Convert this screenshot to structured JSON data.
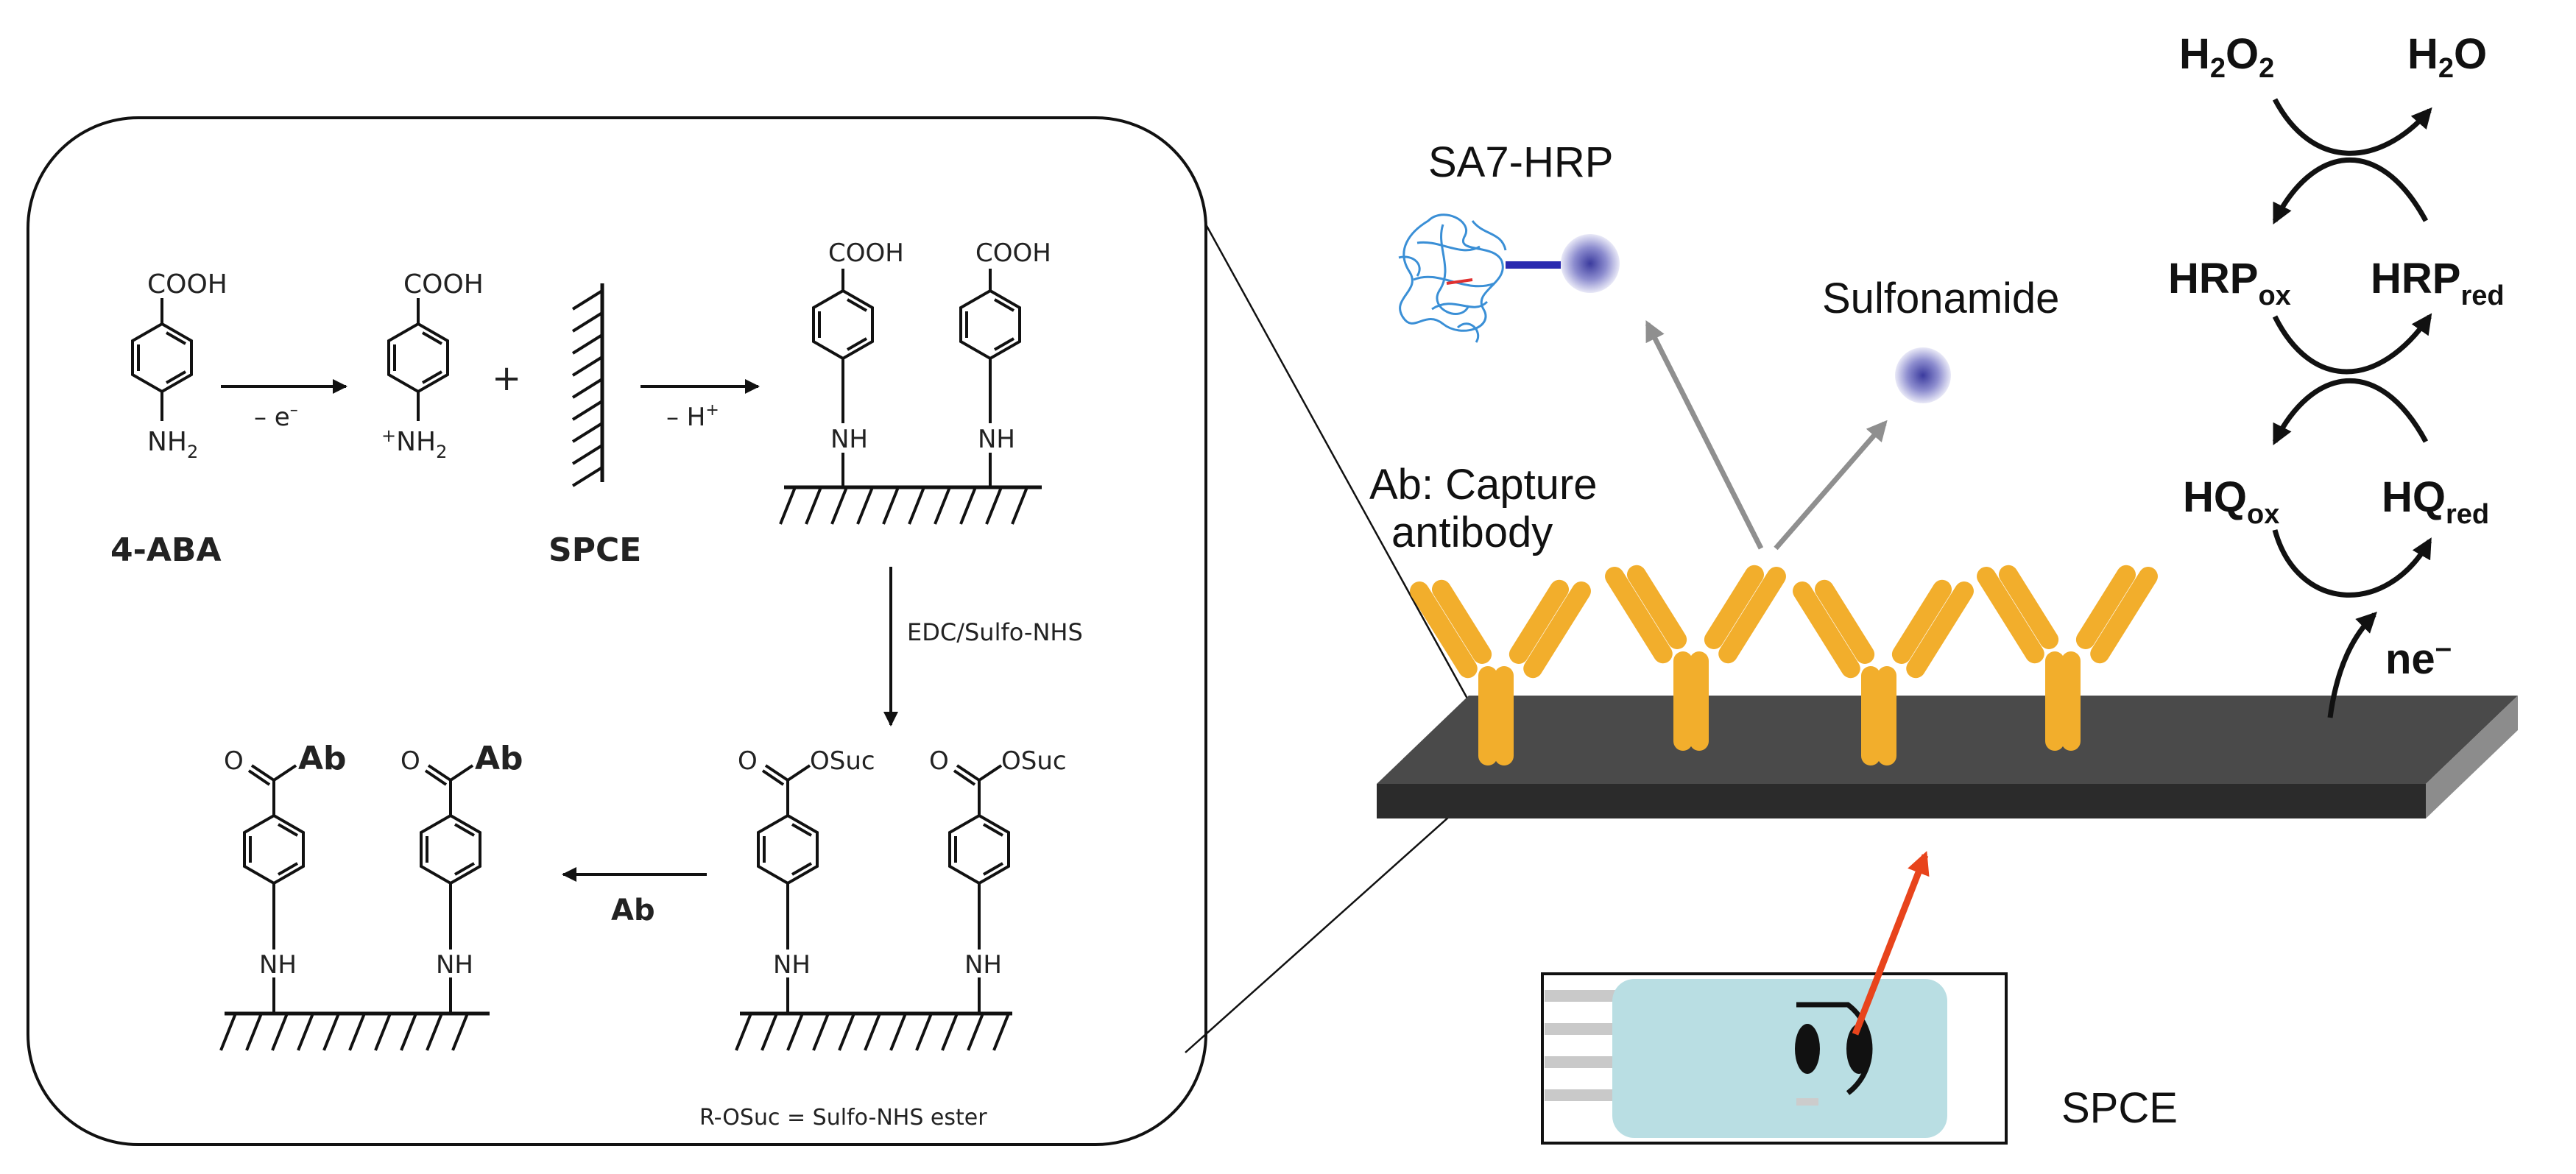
{
  "inset": {
    "abbreviation_note": "R-OSuc = Sulfo-NHS ester",
    "reagent_4aba": {
      "group": "COOH",
      "amine": "NH",
      "amine_sub": "2",
      "label": "4-ABA"
    },
    "oxidation_label": "– e",
    "oxidation_sup": "–",
    "diazonium": {
      "group": "COOH",
      "charge": "+",
      "amine": "NH",
      "amine_sub": "2"
    },
    "plus": "+",
    "spce_label": "SPCE",
    "deprotonation_label": "– H",
    "deprotonation_sup": "+",
    "grafted": [
      {
        "group": "COOH",
        "link": "NH"
      },
      {
        "group": "COOH",
        "link": "NH"
      }
    ],
    "activation_label": "EDC/Sulfo-NHS",
    "activated": [
      {
        "group": "OSuc",
        "carbonyl": "O",
        "link": "NH"
      },
      {
        "group": "OSuc",
        "carbonyl": "O",
        "link": "NH"
      }
    ],
    "coupling_label": "Ab",
    "conjugated": [
      {
        "group": "Ab",
        "carbonyl": "O",
        "link": "NH"
      },
      {
        "group": "Ab",
        "carbonyl": "O",
        "link": "NH"
      }
    ]
  },
  "right": {
    "sa7_label": "SA7-HRP",
    "sulfonamide_label": "Sulfonamide",
    "capture_label": "Ab: Capture\nantibody",
    "spce_label": "SPCE",
    "cycle": {
      "h2o2": {
        "base": "H",
        "sub1": "2",
        "mid": "O",
        "sub2": "2"
      },
      "h2o": {
        "base": "H",
        "sub1": "2",
        "mid": "O"
      },
      "hrp_ox": {
        "base": "HRP",
        "sub": "ox"
      },
      "hrp_red": {
        "base": "HRP",
        "sub": "red"
      },
      "hq_ox": {
        "base": "HQ",
        "sub": "ox"
      },
      "hq_red": {
        "base": "HQ",
        "sub": "red"
      },
      "electron": {
        "base": "ne",
        "sup": "–"
      }
    }
  },
  "colors": {
    "antibody": "#F2AE2C",
    "electrode_top": "#4a4a4a",
    "electrode_front": "#2b2b2b",
    "electrode_side": "#8c8c8c",
    "red_arrow": "#E8441C",
    "gray_arrow": "#8f8f8f",
    "spce_card": "#B9DEE3",
    "bead": "#4a4ab0",
    "protein": "#3a8fd6"
  }
}
